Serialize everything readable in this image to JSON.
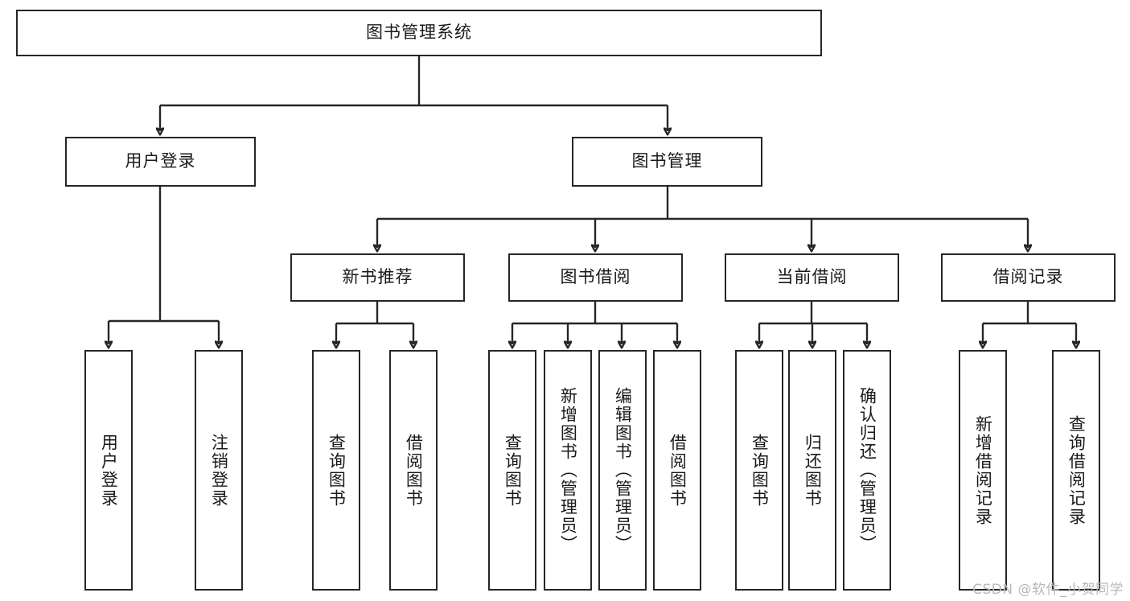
{
  "diagram": {
    "type": "tree",
    "title": "图书管理系统",
    "watermark": "CSDN @软件_小贺同学",
    "colors": {
      "box_border": "#262626",
      "box_fill": "#ffffff",
      "text": "#1a1a1a",
      "watermark": "#b9b9b9",
      "edge": "#262626"
    },
    "root": {
      "label": "图书管理系统"
    },
    "level2": [
      {
        "label": "用户登录"
      },
      {
        "label": "图书管理"
      }
    ],
    "level3": [
      {
        "label": "新书推荐"
      },
      {
        "label": "图书借阅"
      },
      {
        "label": "当前借阅"
      },
      {
        "label": "借阅记录"
      }
    ],
    "leaves": {
      "user_login": [
        {
          "label": "用户登录"
        },
        {
          "label": "注销登录"
        }
      ],
      "new_book_recommend": [
        {
          "label": "查询图书"
        },
        {
          "label": "借阅图书"
        }
      ],
      "book_borrow": [
        {
          "label": "查询图书"
        },
        {
          "label": "新增图书（管理员）"
        },
        {
          "label": "编辑图书（管理员）"
        },
        {
          "label": "借阅图书"
        }
      ],
      "current_borrow": [
        {
          "label": "查询图书"
        },
        {
          "label": "归还图书"
        },
        {
          "label": "确认归还（管理员）"
        }
      ],
      "borrow_record": [
        {
          "label": "新增借阅记录"
        },
        {
          "label": "查询借阅记录"
        }
      ]
    }
  }
}
